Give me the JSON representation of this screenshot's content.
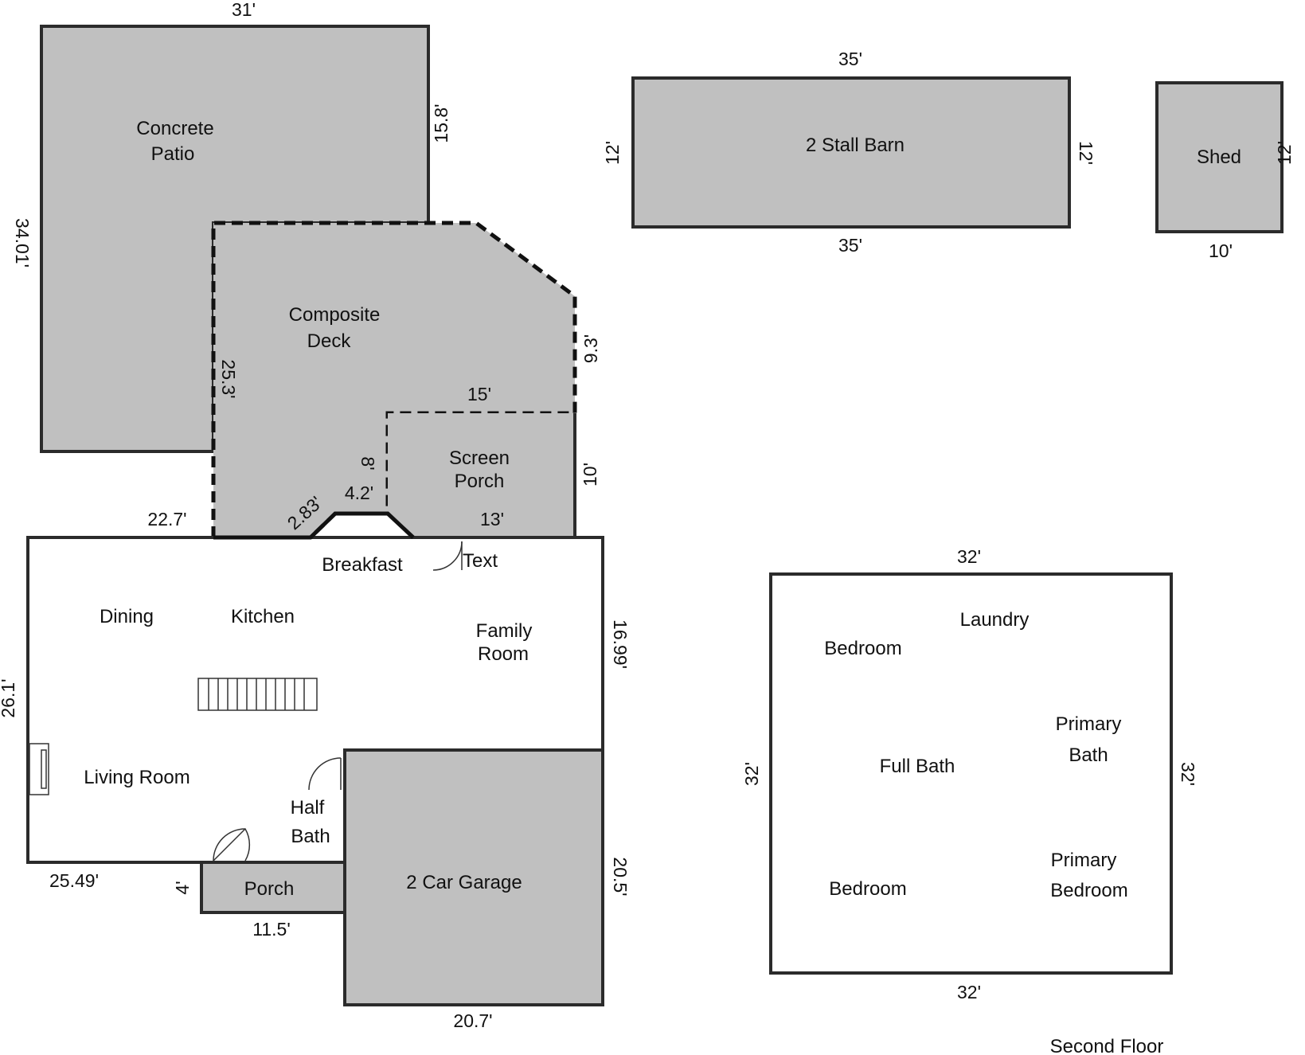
{
  "colors": {
    "fill": "#c0c0c0",
    "stroke": "#2b2b2b",
    "background": "#ffffff"
  },
  "labels": {
    "concrete_patio": [
      "Concrete",
      "Patio"
    ],
    "composite_deck": [
      "Composite",
      "Deck"
    ],
    "screen_porch": [
      "Screen",
      "Porch"
    ],
    "barn": "2 Stall Barn",
    "shed": "Shed",
    "breakfast": "Breakfast",
    "text": "Text",
    "dining": "Dining",
    "kitchen": "Kitchen",
    "family_room": [
      "Family",
      "Room"
    ],
    "living_room": "Living Room",
    "half_bath": [
      "Half",
      "Bath"
    ],
    "porch": "Porch",
    "garage": "2 Car Garage",
    "second_floor": "Second Floor",
    "laundry": "Laundry",
    "bedroom_top": "Bedroom",
    "full_bath": "Full Bath",
    "primary_bath": [
      "Primary",
      "Bath"
    ],
    "bedroom_bottom": "Bedroom",
    "primary_bedroom": [
      "Primary",
      "Bedroom"
    ]
  },
  "dimensions": {
    "patio_top": "31'",
    "patio_right": "15.8'",
    "patio_left": "34.01'",
    "deck_left": "25.3'",
    "deck_right": "9.3'",
    "deck_inner": "15'",
    "deck_step_v": "8'",
    "deck_step_h": "4.2'",
    "deck_diag": "2.83'",
    "porch_right": "10'",
    "porch_bottom": "13'",
    "house_top_left": "22.7'",
    "house_right": "16.99'",
    "house_left": "26.1'",
    "house_bottom": "25.49'",
    "front_porch_side": "4'",
    "front_porch_bottom": "11.5'",
    "garage_right": "20.5'",
    "garage_bottom": "20.7'",
    "barn_top": "35'",
    "barn_bottom": "35'",
    "barn_left": "12'",
    "barn_right": "12'",
    "shed_right": "12'",
    "shed_bottom": "10'",
    "second_top": "32'",
    "second_bottom": "32'",
    "second_left": "32'",
    "second_right": "32'"
  }
}
